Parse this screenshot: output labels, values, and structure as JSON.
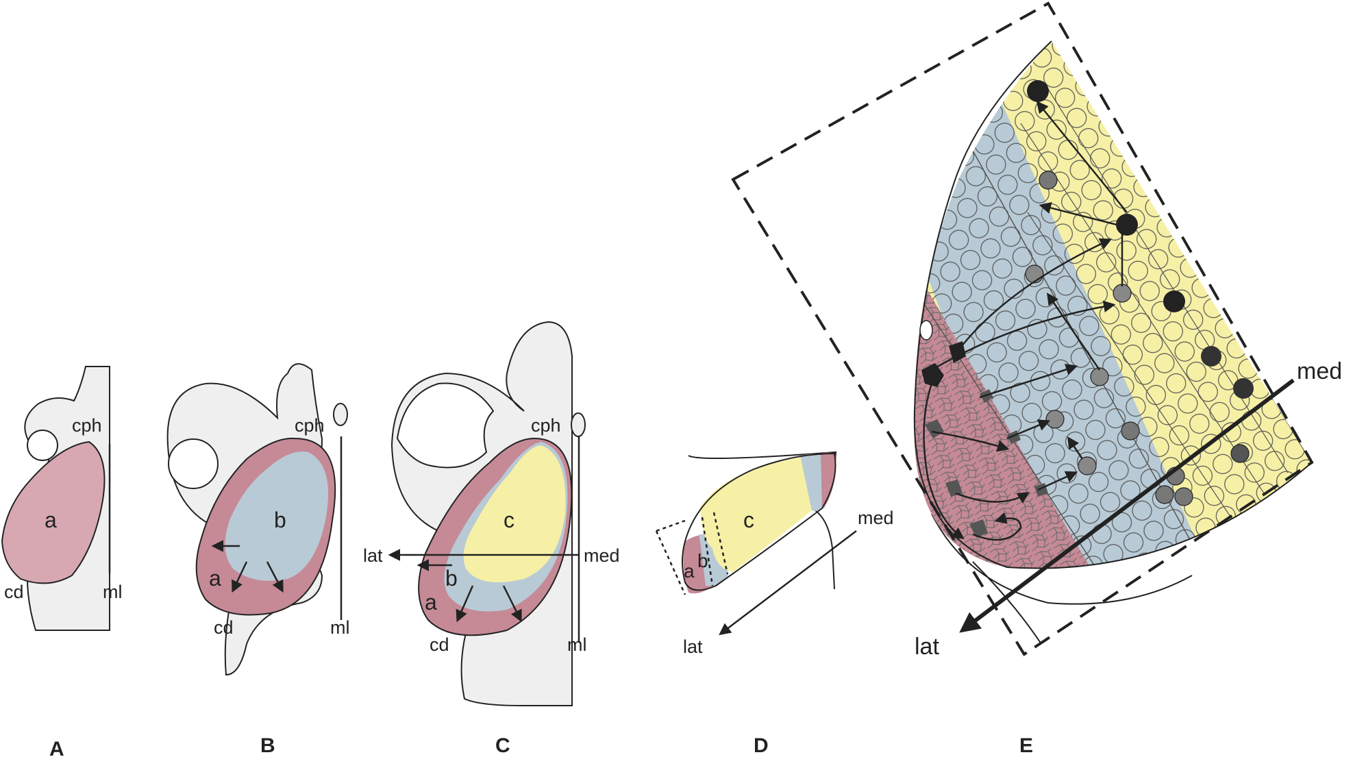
{
  "colors": {
    "zone_a": "#c58a96",
    "zone_a_light": "#d7a8b2",
    "zone_b": "#b8cad5",
    "zone_c": "#f6f0a6",
    "outline": "#222222",
    "tissue": "#efefef"
  },
  "panels": {
    "A": {
      "caption": "A",
      "zones": {
        "a": "a"
      },
      "labels": {
        "cph": "cph",
        "cd": "cd",
        "ml": "ml"
      }
    },
    "B": {
      "caption": "B",
      "zones": {
        "a": "a",
        "b": "b"
      },
      "labels": {
        "cph": "cph",
        "cd": "cd",
        "ml": "ml"
      }
    },
    "C": {
      "caption": "C",
      "zones": {
        "a": "a",
        "b": "b",
        "c": "c"
      },
      "labels": {
        "cph": "cph",
        "cd": "cd",
        "ml": "ml",
        "lat": "lat",
        "med": "med"
      }
    },
    "D": {
      "caption": "D",
      "zones": {
        "a": "a",
        "b": "b",
        "c": "c"
      },
      "labels": {
        "lat": "lat",
        "med": "med"
      }
    },
    "E": {
      "caption": "E",
      "labels": {
        "lat": "lat",
        "med": "med"
      }
    }
  }
}
